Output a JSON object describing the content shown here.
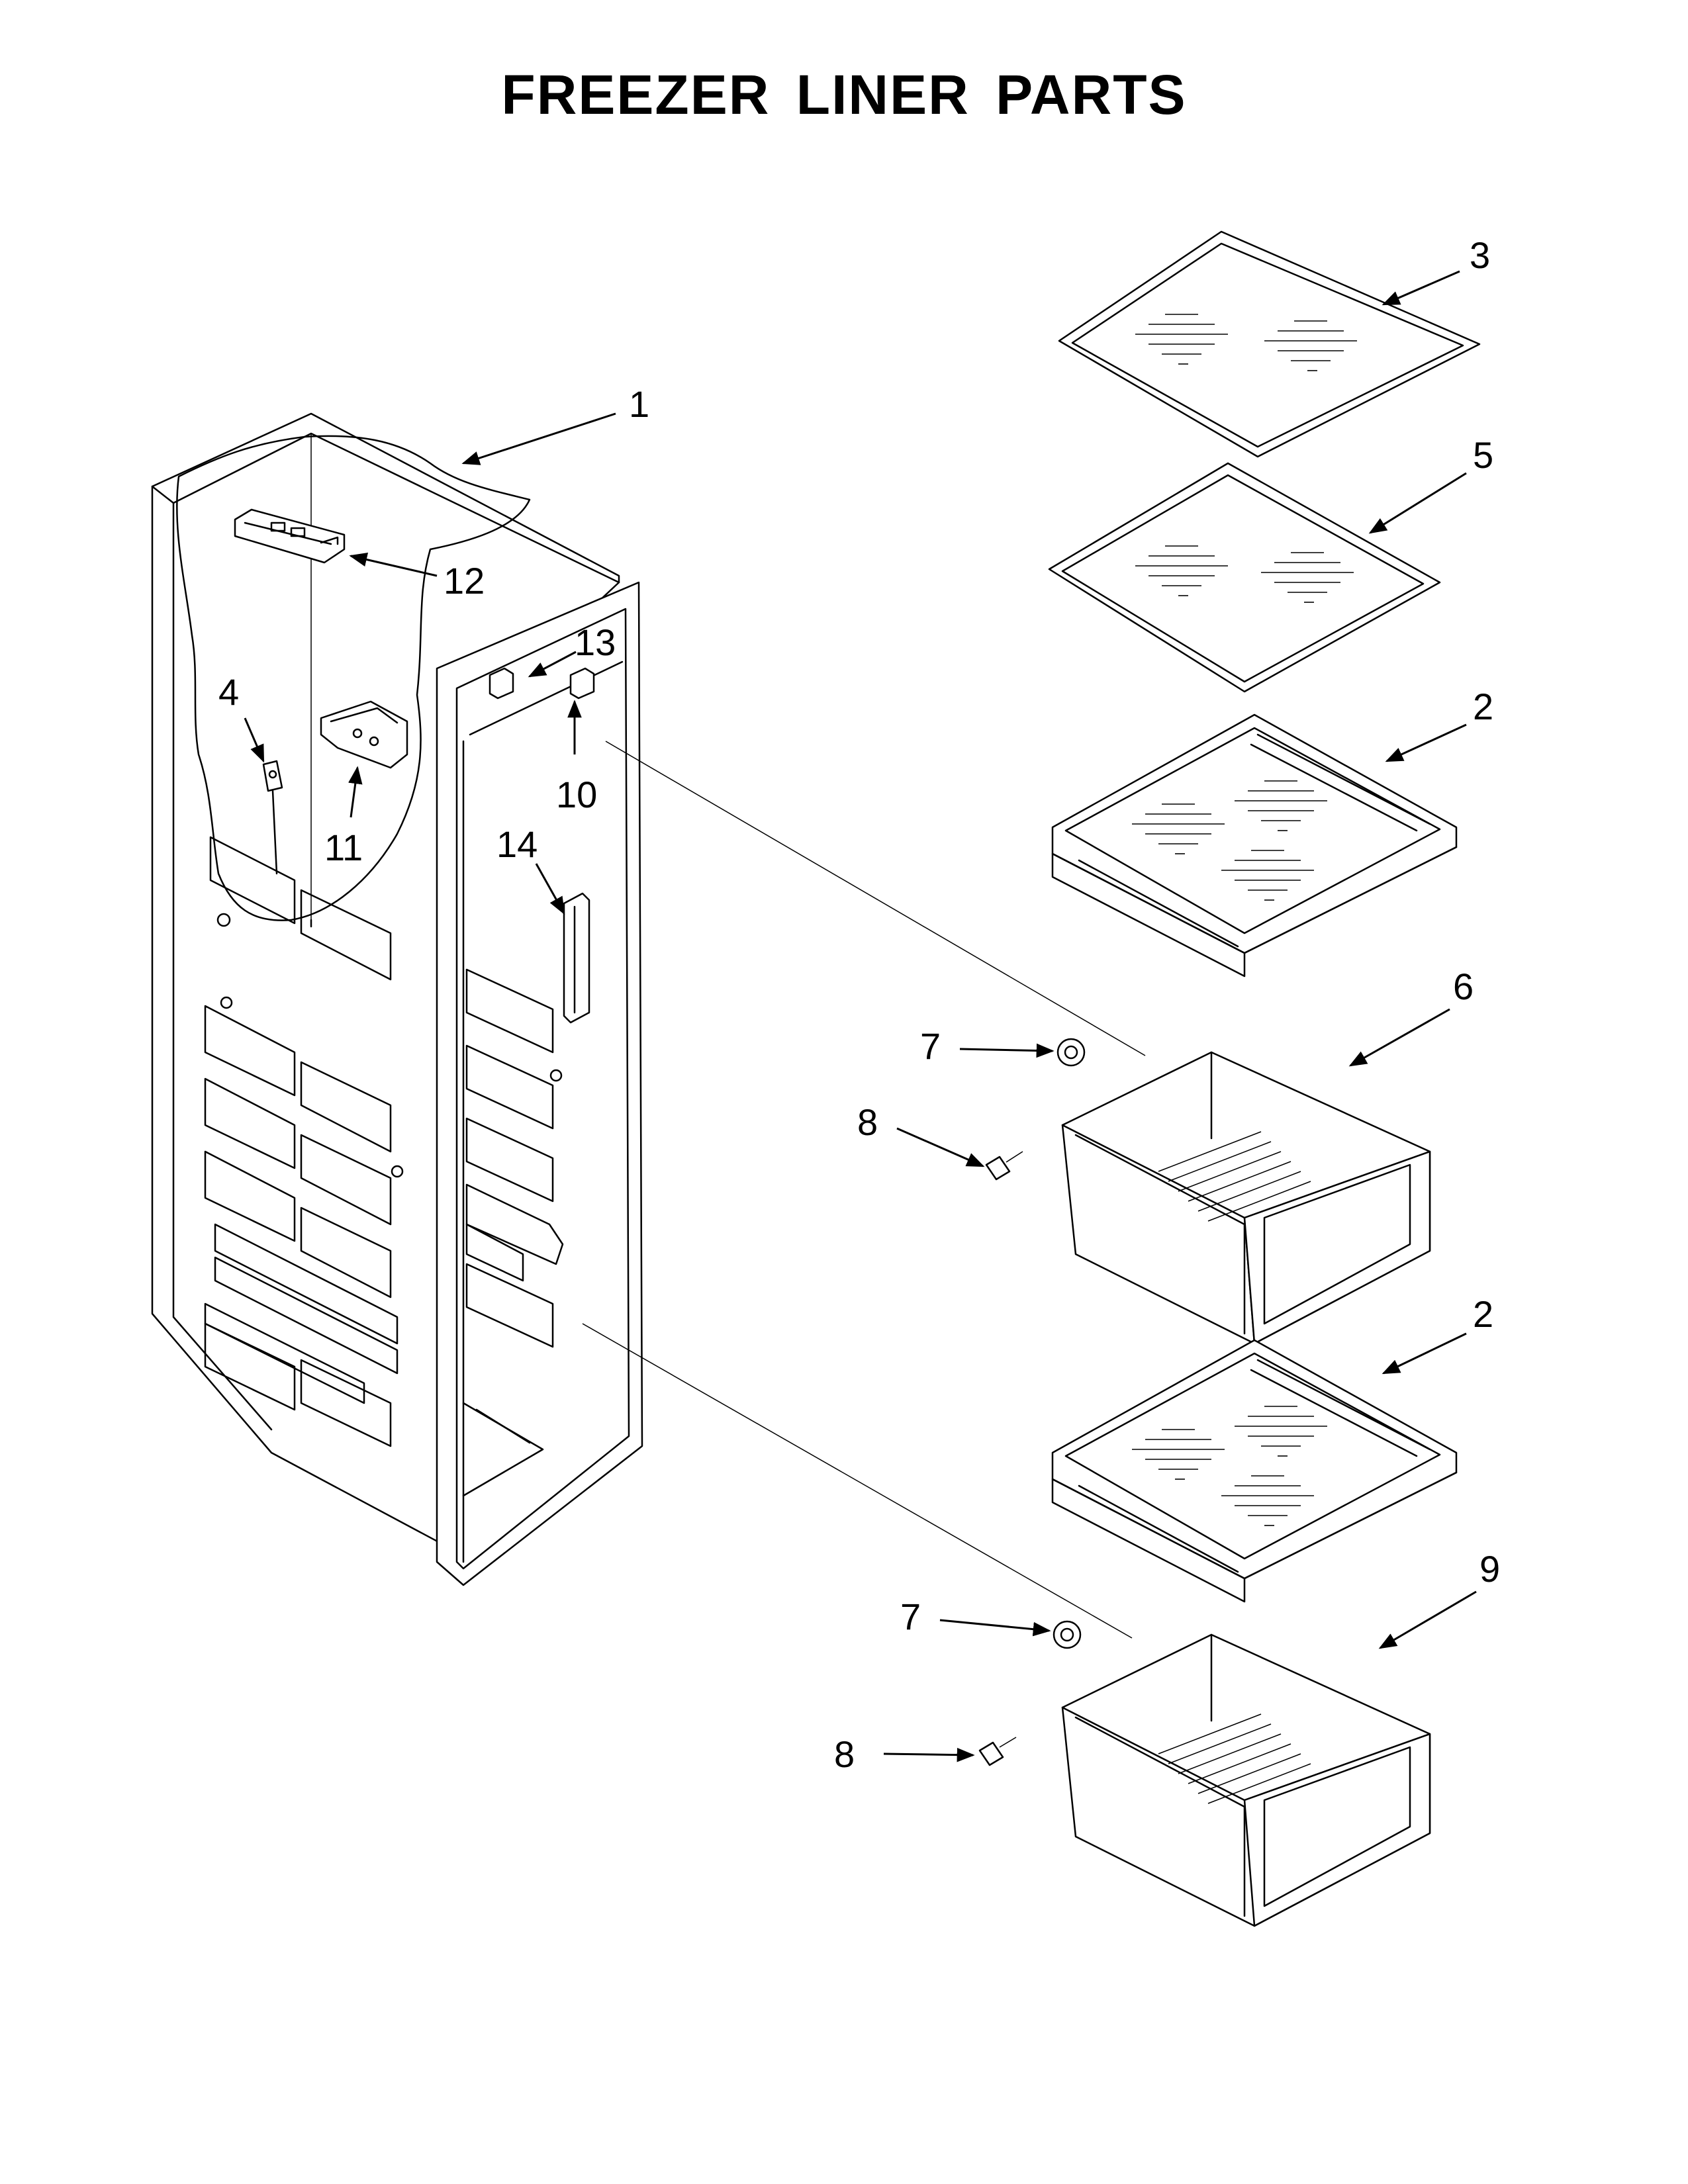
{
  "title": "FREEZER LINER PARTS",
  "callouts": {
    "c1": "1",
    "c2a": "2",
    "c2b": "2",
    "c3": "3",
    "c4": "4",
    "c5": "5",
    "c6": "6",
    "c7a": "7",
    "c7b": "7",
    "c8a": "8",
    "c8b": "8",
    "c9": "9",
    "c10": "10",
    "c11": "11",
    "c12": "12",
    "c13": "13",
    "c14": "14"
  }
}
